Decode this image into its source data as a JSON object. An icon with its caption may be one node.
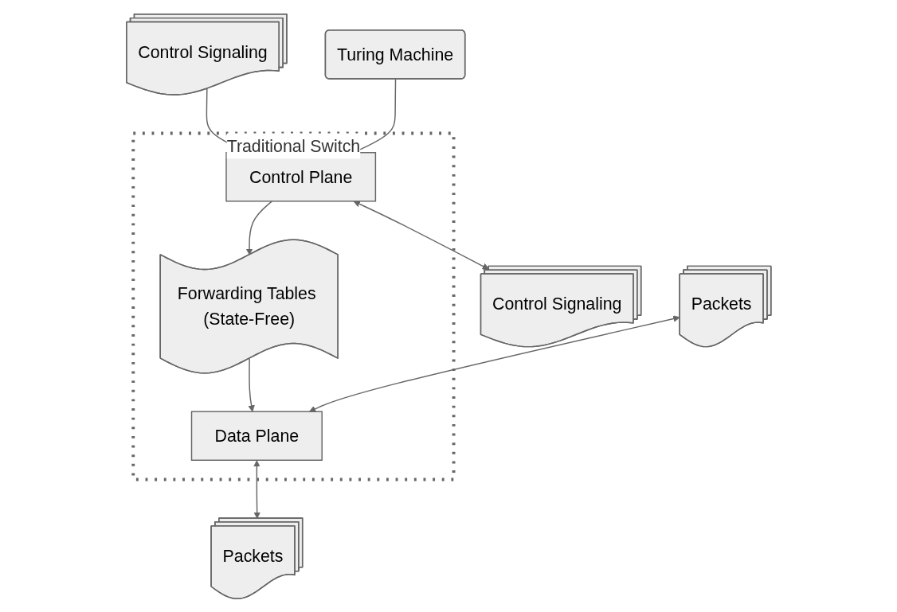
{
  "diagram": {
    "nodes": [
      {
        "text": [
          "Traditional Switch"
        ]
      },
      {
        "text": [
          "Control Signaling"
        ]
      },
      {
        "text": [
          "Control Plane"
        ],
        "in": 0
      },
      {
        "text": [
          "Control Signaling"
        ]
      },
      {
        "text": [
          "Forwarding Tables (State-Free)"
        ],
        "in": 0
      },
      {
        "text": [
          "Turing Machine"
        ]
      },
      {
        "text": [
          "Packets"
        ]
      },
      {
        "text": [
          "Data Plane"
        ],
        "in": 0
      },
      {
        "text": [
          "Packets"
        ]
      }
    ],
    "edges": [
      {
        "from": 1,
        "to": 2,
        "arrow": "to"
      },
      {
        "from": 2,
        "to": 3,
        "arrow": "both"
      },
      {
        "from": 2,
        "to": 4,
        "arrow": "to"
      },
      {
        "from": 5,
        "to": 2,
        "arrow": "none"
      },
      {
        "from": 4,
        "to": 7,
        "arrow": "to"
      },
      {
        "from": 6,
        "to": 7,
        "arrow": "both"
      },
      {
        "from": 7,
        "to": 8,
        "arrow": "both"
      }
    ]
  }
}
